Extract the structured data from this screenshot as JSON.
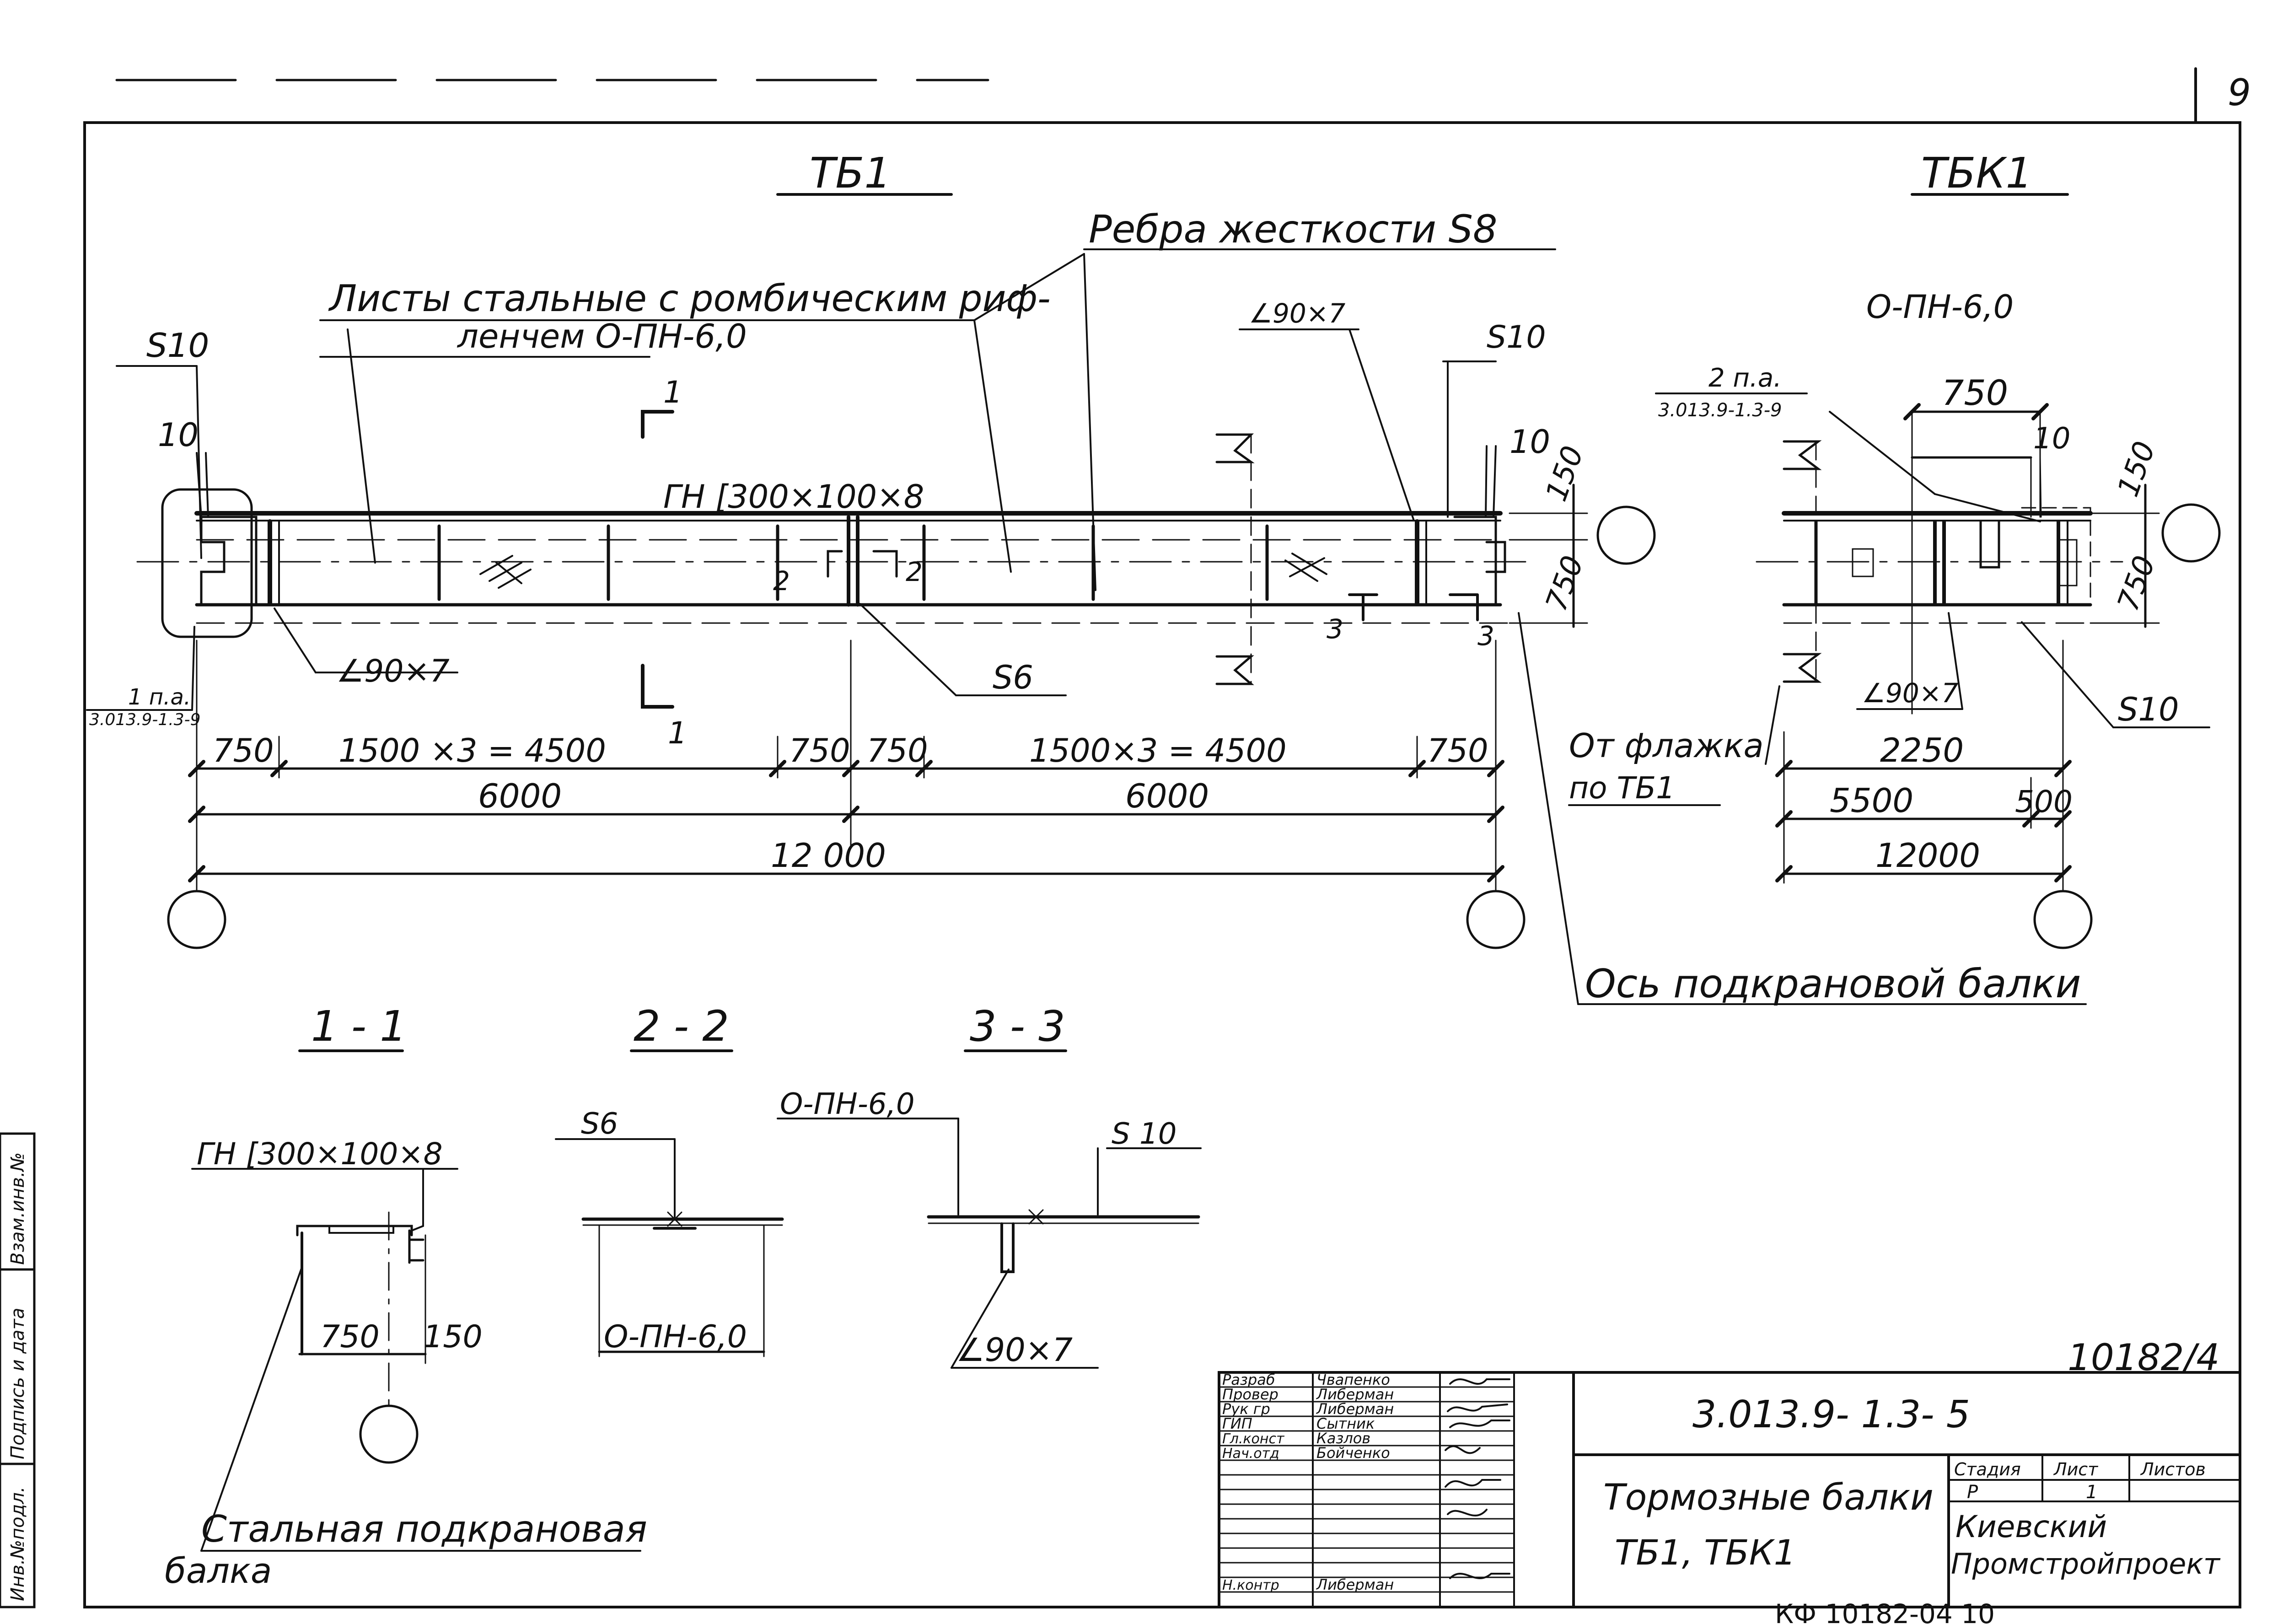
{
  "sheet": {
    "page_number": "9",
    "archive_note": "КФ 10182-04 10",
    "copy_number": "10182/4"
  },
  "tb1": {
    "title": "ТБ1",
    "rib_label": "Ребра жесткости S8",
    "plates_label_line1": "Листы стальные с ромбическим риф-",
    "plates_label_line2": "ленчем О-ПН-6,0",
    "channel_label": "ГН [300×100×8",
    "s10_left": "S10",
    "s10_right": "S10",
    "gap_left": "10",
    "gap_right": "10",
    "angle_top": "∠90×7",
    "angle_bottom": "∠90×7",
    "node_ref_num": "1 п.а.",
    "node_ref_doc": "3.013.9-1.3-9",
    "s6_label": "S6",
    "sec1_top": "1",
    "sec1_bottom": "1",
    "sec2_left": "2",
    "sec2_right": "2",
    "sec3_left": "3",
    "sec3_right": "3",
    "dim_150": "150",
    "dim_750_v": "750",
    "dims_row1": [
      "750",
      "1500 ×3 = 4500",
      "750",
      "750",
      "1500×3 = 4500",
      "750"
    ],
    "dims_row2": [
      "6000",
      "6000"
    ],
    "dim_total": "12 000",
    "axis_label": "Ось подкрановой балки"
  },
  "tbk1": {
    "title": "ТБК1",
    "plate_label": "О-ПН-6,0",
    "node_ref_num": "2 п.а.",
    "node_ref_doc": "3.013.9-1.3-9",
    "dim_750": "750",
    "gap": "10",
    "dim_150": "150",
    "dim_750_v": "750",
    "angle": "∠90×7",
    "s10": "S10",
    "flag_note_line1": "От флажка",
    "flag_note_line2": "по ТБ1",
    "dim_2250": "2250",
    "dim_5500": "5500",
    "dim_500": "500",
    "dim_total": "12000"
  },
  "sections": {
    "s11_title": "1 - 1",
    "s11_label": "ГН [300×100×8",
    "s11_dim_a": "750",
    "s11_dim_b": "150",
    "s11_note_line1": "Стальная подкрановая",
    "s11_note_line2": "балка",
    "s22_title": "2 - 2",
    "s22_top": "S6",
    "s22_bottom": "О-ПН-6,0",
    "s33_title": "3 - 3",
    "s33_top_left": "О-ПН-6,0",
    "s33_top_right": "S 10",
    "s33_bottom": "∠90×7"
  },
  "side_stamp": [
    "Инв.№подл.",
    "Подпись и дата",
    "Взам.инв.№"
  ],
  "title_block": {
    "designation": "3.013.9- 1.3- 5",
    "name_line1": "Тормозные балки",
    "name_line2": "ТБ1, ТБК1",
    "roles": [
      "Разраб",
      "Провер",
      "Рук гр",
      "ГИП",
      "Гл.конст",
      "Нач.отд",
      "Н.контр"
    ],
    "names": [
      "Чвапенко",
      "Либерман",
      "Либерман",
      "Сытник",
      "Казлов",
      "Бойченко",
      "Либерман"
    ],
    "col_stage": "Стадия",
    "col_sheet": "Лист",
    "col_sheets": "Листов",
    "stage": "Р",
    "sheet": "1",
    "org_line1": "Киевский",
    "org_line2": "Промстройпроект"
  }
}
